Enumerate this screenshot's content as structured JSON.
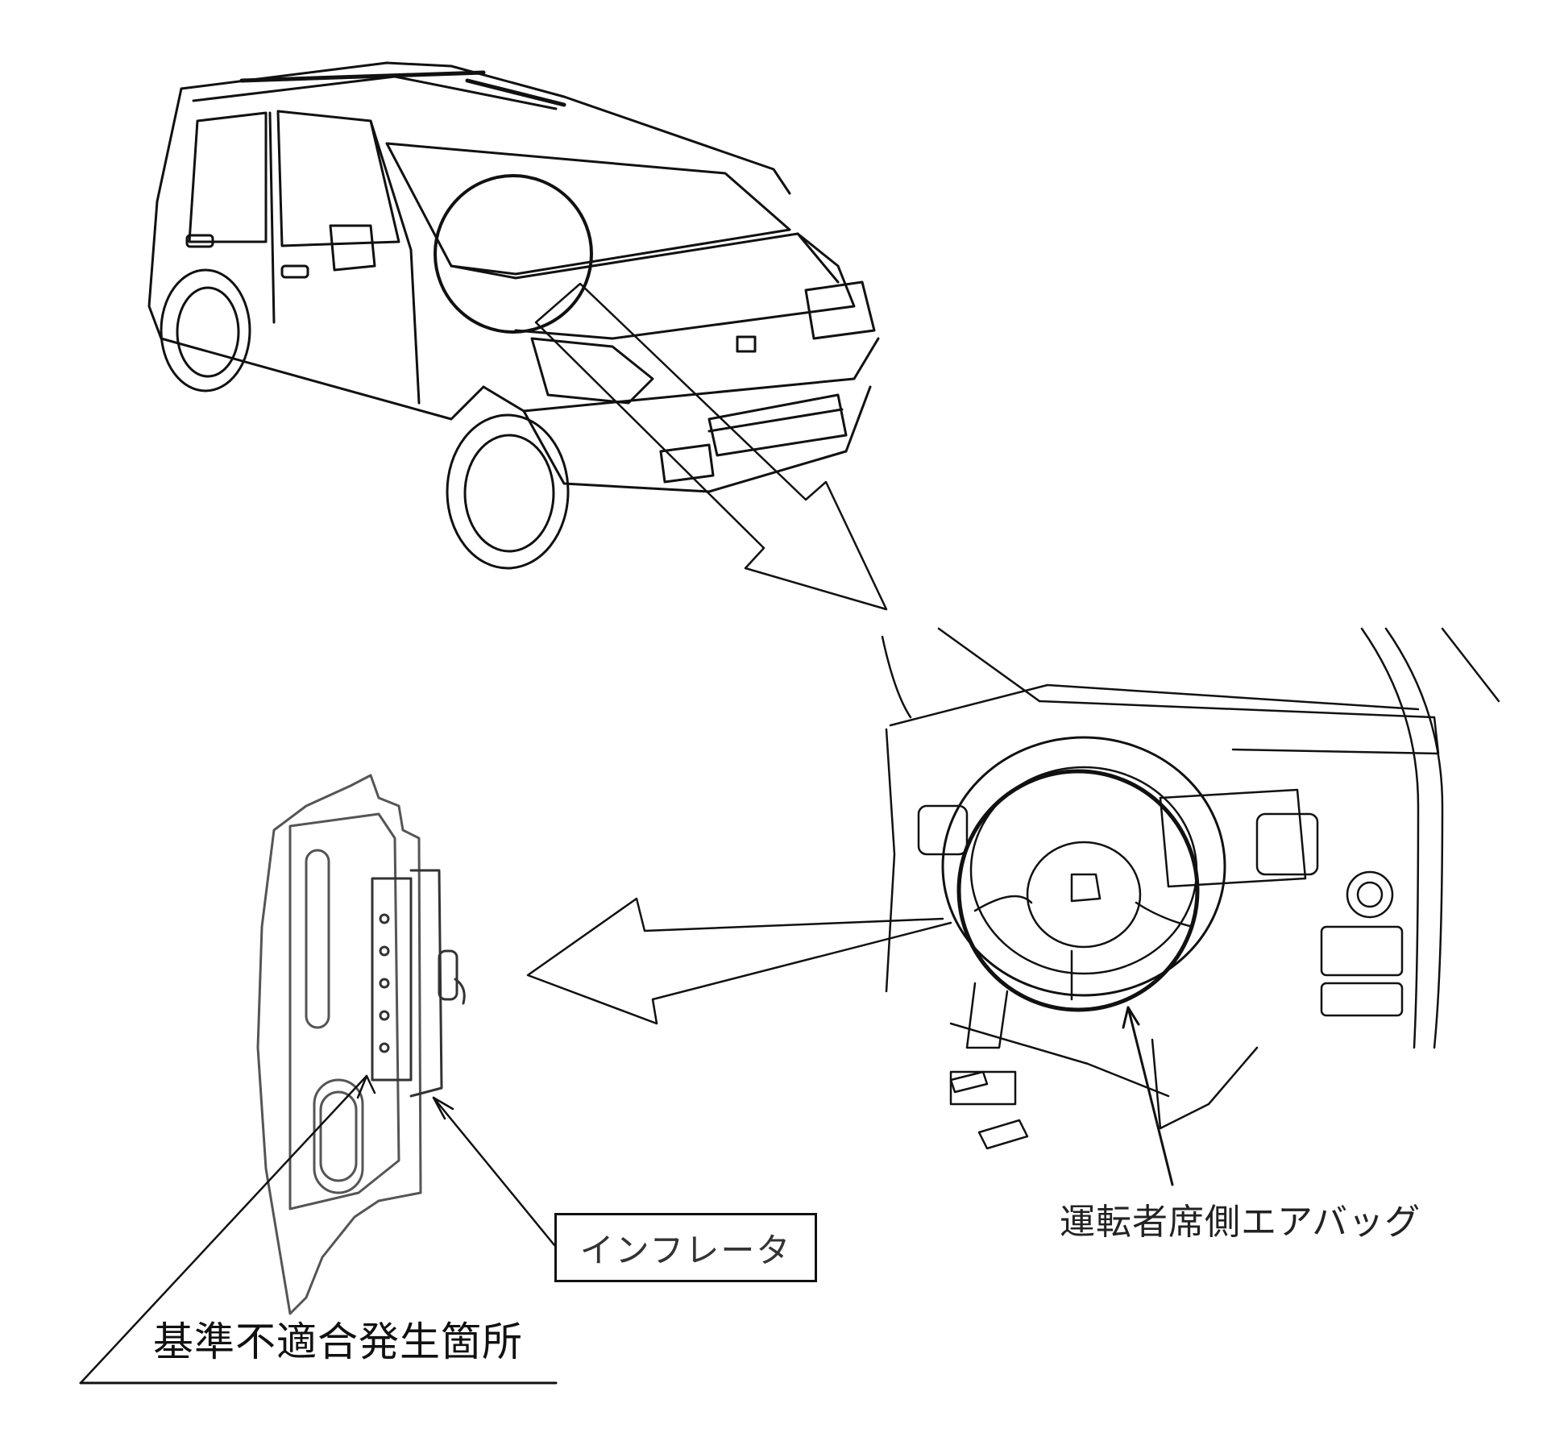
{
  "labels": {
    "driver_airbag": "運転者席側エアバッグ",
    "inflator": "インフレータ",
    "defect_location": "基準不適合発生箇所"
  },
  "illustrations": [
    {
      "name": "minivan-car",
      "desc": "car exterior line drawing"
    },
    {
      "name": "dashboard-steering-wheel",
      "desc": "interior dashboard with steering wheel"
    },
    {
      "name": "airbag-module-cross-section",
      "desc": "airbag module side view"
    }
  ],
  "colors": {
    "ink": "#111111",
    "background": "#ffffff"
  }
}
